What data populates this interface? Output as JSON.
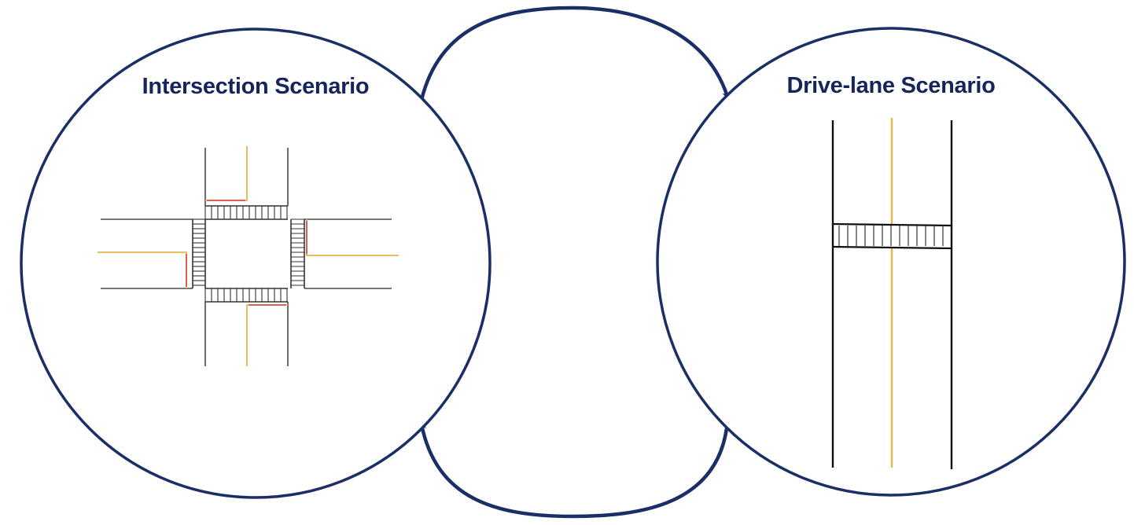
{
  "colors": {
    "circle": "#1b2f66",
    "title": "#15245a",
    "road_edge": "#4a4a4a",
    "road_edge_dark": "#111111",
    "center_line": "#e8b54a",
    "stop_line": "#d9534f",
    "crosswalk": "#333333"
  },
  "intersection": {
    "title": "Intersection Scenario"
  },
  "drive_lane": {
    "title": "Drive-lane Scenario"
  },
  "cycle": {
    "top_arrow": "arrow-to-drive-lane",
    "bottom_arrow": "arrow-to-intersection"
  }
}
